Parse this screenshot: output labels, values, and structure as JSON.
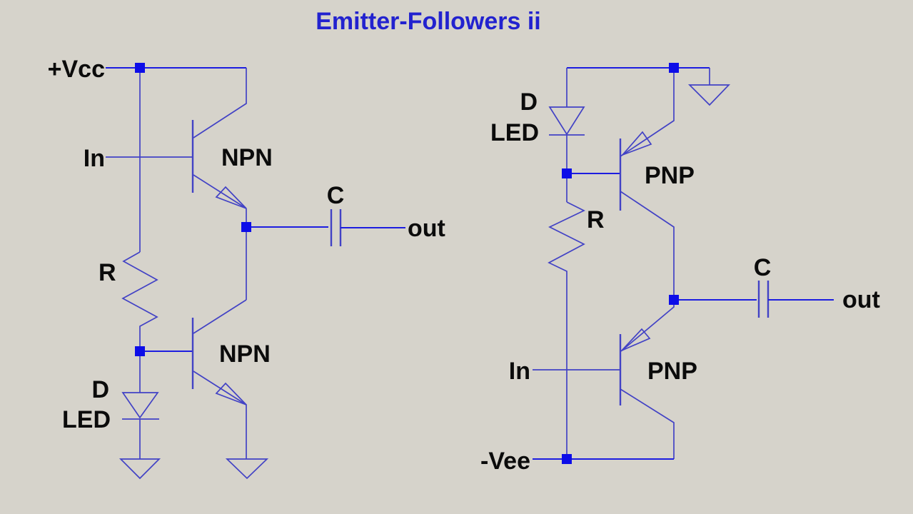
{
  "title": "Emitter-Followers ii",
  "colors": {
    "background": "#d6d3cb",
    "wire": "#4242c5",
    "wire_bright": "#1d1de0",
    "junction_dot": "#0d0de8",
    "label_text": "#0b0b0b",
    "title_text": "#2222cf"
  },
  "left_circuit": {
    "labels": {
      "supply": "+Vcc",
      "input": "In",
      "resistor": "R",
      "diode": "D",
      "diode_type": "LED",
      "transistor_top": "NPN",
      "transistor_bottom": "NPN",
      "capacitor": "C",
      "output": "out"
    }
  },
  "right_circuit": {
    "labels": {
      "diode": "D",
      "diode_type": "LED",
      "resistor": "R",
      "input": "In",
      "supply": "-Vee",
      "transistor_top": "PNP",
      "transistor_bottom": "PNP",
      "capacitor": "C",
      "output": "out"
    }
  }
}
